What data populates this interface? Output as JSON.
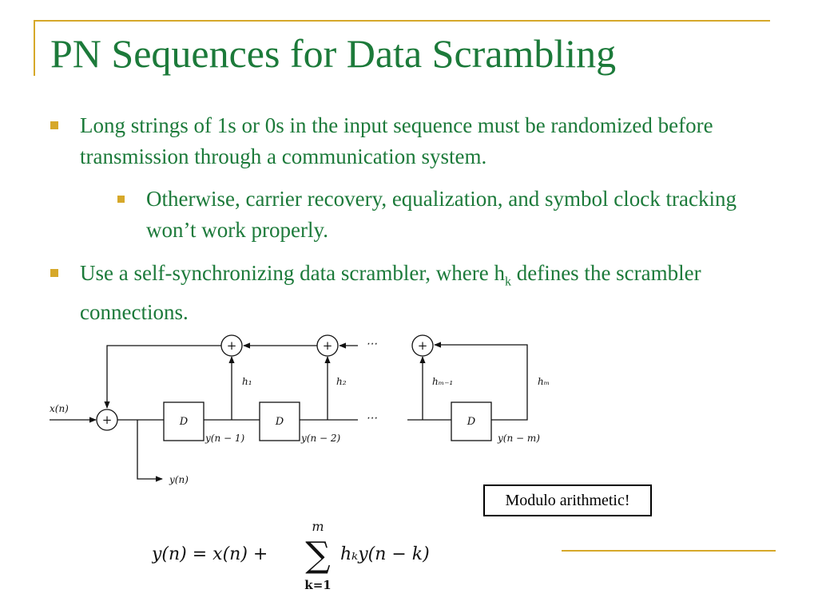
{
  "colors": {
    "accent": "#d6a82a",
    "title": "#1c7a3a",
    "text": "#1c7a3a"
  },
  "slide": {
    "title": "PN Sequences for Data Scrambling",
    "bullets": [
      {
        "text": "Long strings of 1s or 0s in the input sequence must be randomized before transmission through a communication system."
      },
      {
        "text": "Otherwise, carrier recovery, equalization, and symbol clock tracking won’t work properly."
      },
      {
        "text_before": "Use a self-synchronizing data scrambler, where h",
        "subscript": "k",
        "text_after": " defines the scrambler connections."
      }
    ],
    "diagram": {
      "input_label": "x(n)",
      "output_label": "y(n)",
      "delay_label": "D",
      "plus_sign": "+",
      "ellipsis": "⋯",
      "taps": [
        "h₁",
        "h₂",
        "hₘ₋₁",
        "hₘ"
      ],
      "outputs": [
        "y(n − 1)",
        "y(n − 2)",
        "y(n − m)"
      ]
    },
    "callout": "Modulo arithmetic!",
    "equation": {
      "lhs": "y(n) = x(n) +",
      "sum_upper": "m",
      "sum_symbol": "∑",
      "sum_lower": "k=1",
      "term": "hₖy(n − k)"
    }
  }
}
